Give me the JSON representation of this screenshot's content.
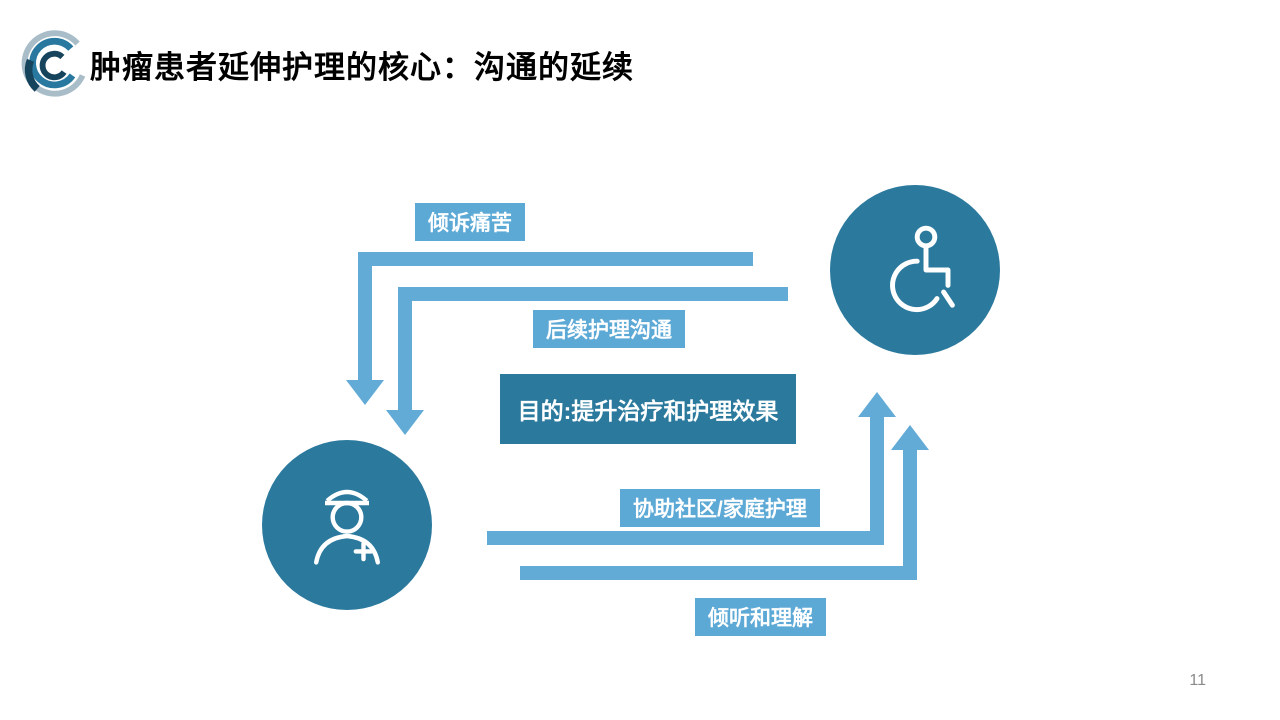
{
  "slide": {
    "title": "肿瘤患者延伸护理的核心：沟通的延续",
    "page_number": "11"
  },
  "diagram": {
    "labels": {
      "top": "倾诉痛苦",
      "second": "后续护理沟通",
      "center": "目的:提升治疗和护理效果",
      "third": "协助社区/家庭护理",
      "bottom": "倾听和理解"
    },
    "icons": {
      "top_right_circle": "wheelchair-patient-icon",
      "bottom_left_circle": "nurse-icon",
      "header": "logo-swirl-icon"
    },
    "colors": {
      "circle_bg": "#2b7a9e",
      "center_box_bg": "#2b7a9e",
      "arrow": "#62abd7",
      "label_bg": "#5da9d6",
      "label_text": "#ffffff",
      "title_text": "#000000",
      "page_number_text": "#8a8a8a"
    },
    "flow": [
      {
        "from": "patient",
        "to": "nurse",
        "label": "倾诉痛苦"
      },
      {
        "from": "patient",
        "to": "nurse",
        "label": "后续护理沟通"
      },
      {
        "from": "nurse",
        "to": "patient",
        "label": "协助社区/家庭护理"
      },
      {
        "from": "nurse",
        "to": "patient",
        "label": "倾听和理解"
      }
    ]
  }
}
